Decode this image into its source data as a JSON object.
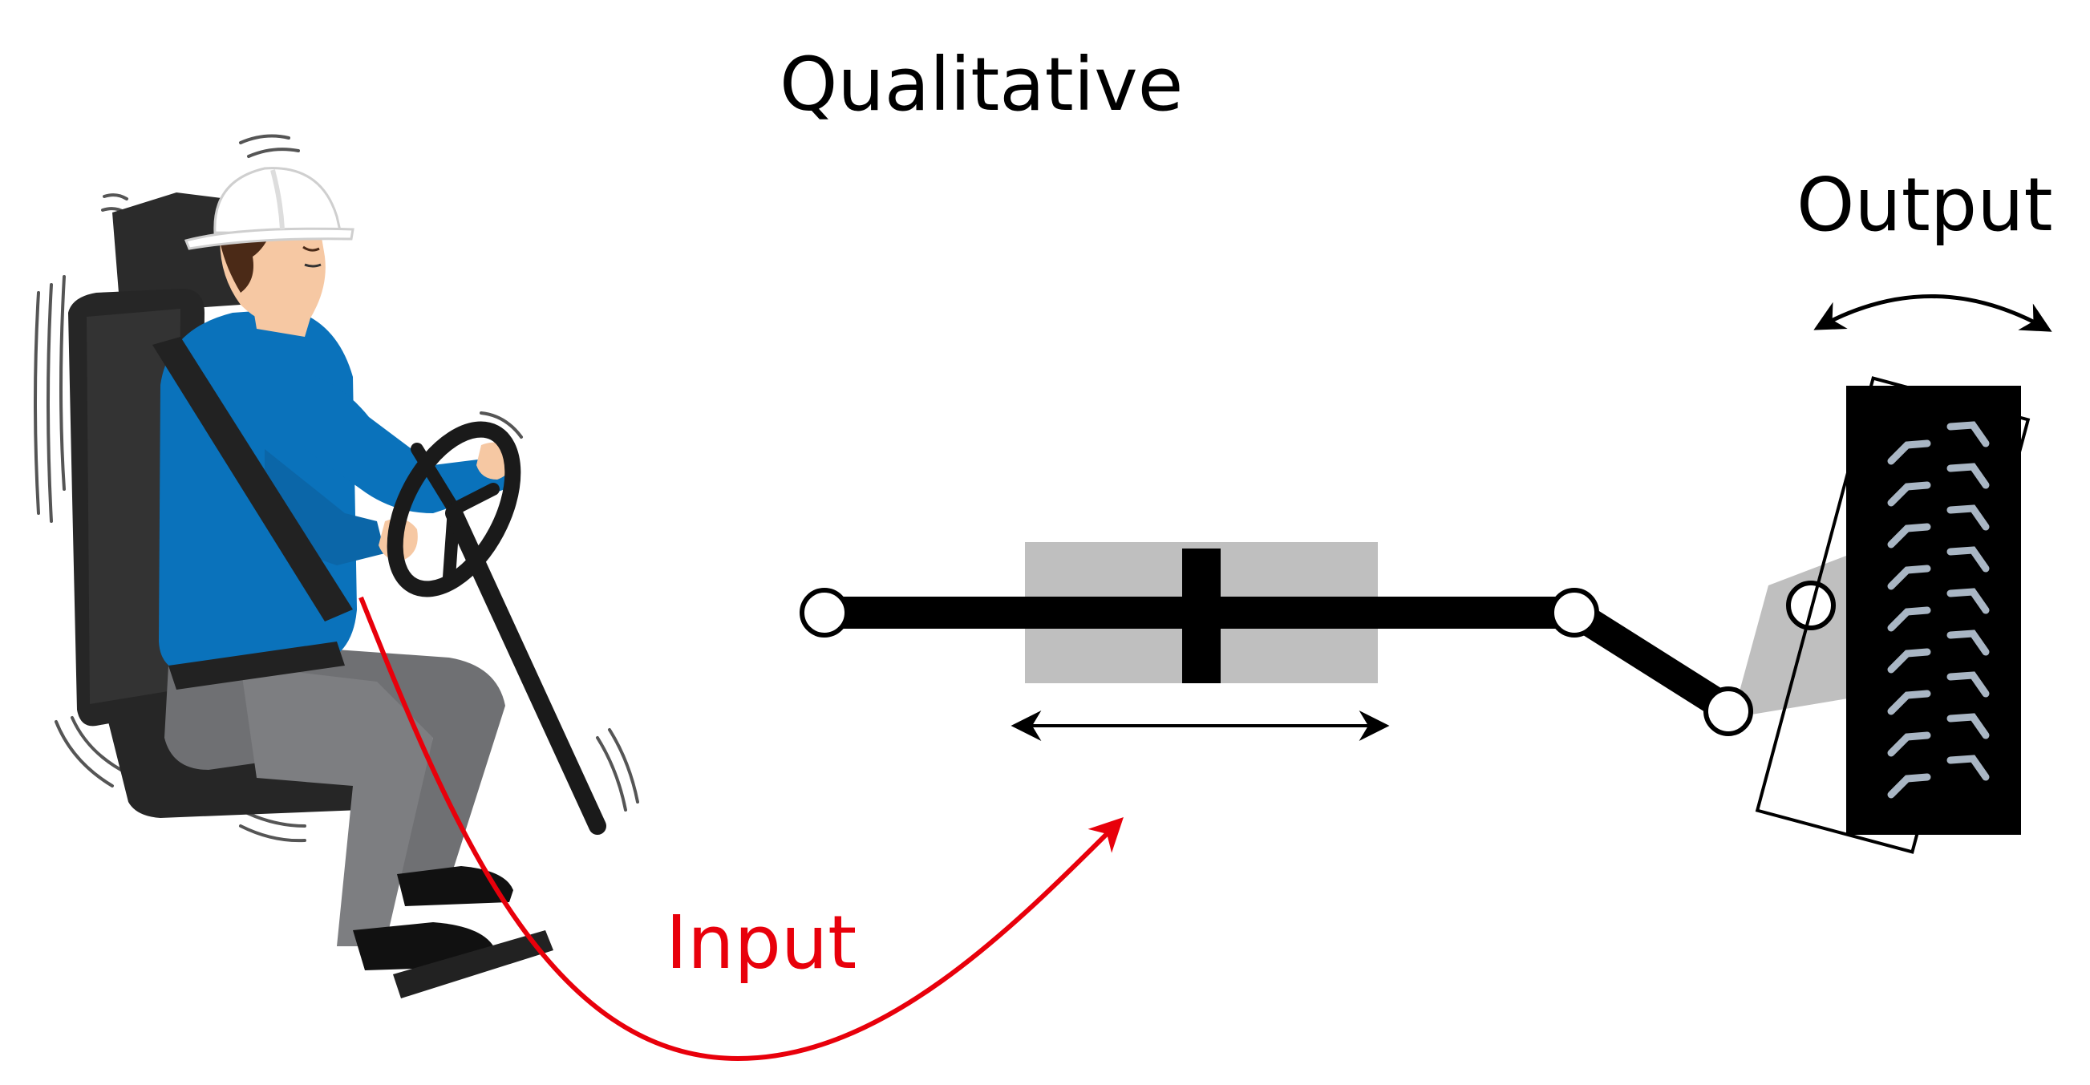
{
  "labels": {
    "title": "Qualitative",
    "output": "Output",
    "input": "Input"
  },
  "colors": {
    "input": "#e8000b",
    "ink": "#000000",
    "gray": "#bfbfbf",
    "shirt": "#0a72bb",
    "pants": "#6f7073",
    "seat": "#262626",
    "skin": "#f6c8a3",
    "hair": "#4b2a17",
    "helmet": "#ffffff",
    "tread": "#a9b6c4"
  },
  "icons": {
    "operator": "seated-operator-icon",
    "wheel": "tire-icon"
  }
}
